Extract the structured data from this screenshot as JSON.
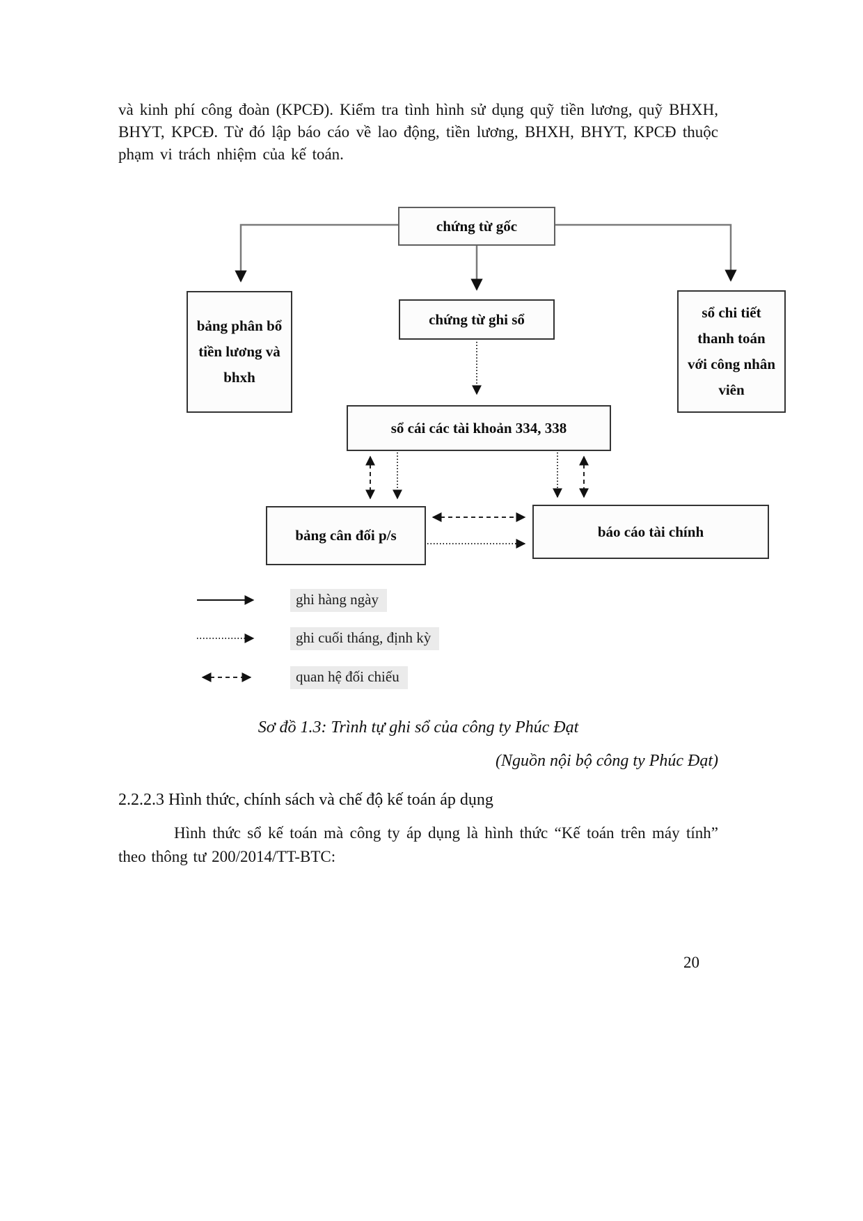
{
  "page": {
    "top_paragraph": "và kinh phí công đoàn (KPCĐ). Kiểm tra tình hình sử dụng quỹ tiền lương, quỹ BHXH, BHYT, KPCĐ. Từ đó lập báo cáo về lao động, tiền lương, BHXH, BHYT, KPCĐ thuộc phạm vi trách nhiệm của kế toán.",
    "page_number": "20"
  },
  "flowchart": {
    "boxes": {
      "chung_tu_goc": "chứng từ gốc",
      "bang_phan_bo": "bảng phân bổ tiền lương và bhxh",
      "chung_tu_ghi_so": "chứng từ ghi sổ",
      "so_chi_tiet": "sổ chi tiết thanh toán với công nhân viên",
      "so_cai": "sổ cái các tài khoản 334, 338",
      "bang_can_doi": "bảng cân đối p/s",
      "bao_cao_tai_chinh": "báo cáo tài chính"
    },
    "legend": [
      {
        "arrow": "solid",
        "label": "ghi hàng ngày"
      },
      {
        "arrow": "dotted",
        "label": "ghi cuối tháng, định kỳ"
      },
      {
        "arrow": "dashed-double",
        "label": "quan hệ đối chiếu"
      }
    ]
  },
  "caption": {
    "title": "Sơ đồ 1.3: Trình tự ghi sổ của công ty Phúc Đạt",
    "source": "(Nguồn nội bộ công ty Phúc Đạt)"
  },
  "section": {
    "heading": "2.2.2.3  Hình thức, chính sách và chế độ kế toán áp dụng",
    "body": "Hình thức sổ kế toán mà công ty áp dụng là hình thức “Kế toán trên máy tính” theo thông tư 200/2014/TT-BTC:"
  }
}
